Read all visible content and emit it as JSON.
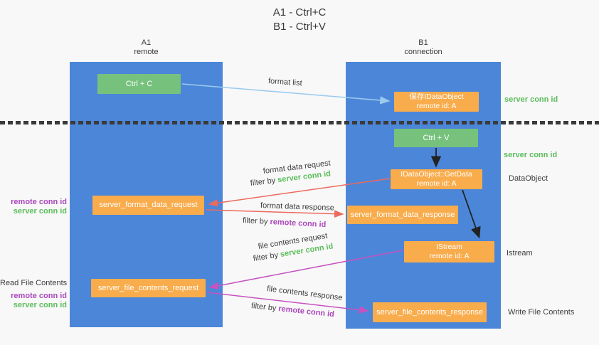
{
  "title": {
    "line1": "A1 - Ctrl+C",
    "line2": "B1 - Ctrl+V"
  },
  "columns": {
    "a": {
      "name": "A1",
      "subtitle": "remote"
    },
    "b": {
      "name": "B1",
      "subtitle": "connection"
    }
  },
  "nodes": {
    "ctrl_c": {
      "label": "Ctrl + C"
    },
    "save_idataobject": {
      "line1": "保存IDataObject",
      "line2": "remote id: A"
    },
    "ctrl_v": {
      "label": "Ctrl + V"
    },
    "getdata": {
      "line1": "IDataObject::GetData",
      "line2": "remote id: A"
    },
    "server_format_data_request": {
      "label": "server_format_data_request"
    },
    "server_format_data_response": {
      "label": "server_format_data_response"
    },
    "istream": {
      "line1": "IStream",
      "line2": "remote id: A"
    },
    "server_file_contents_request": {
      "label": "server_file_contents_request"
    },
    "server_file_contents_response": {
      "label": "server_file_contents_response"
    }
  },
  "annotations": {
    "server_conn_id_right_top": "server conn id",
    "server_conn_id_right_mid": "server conn id",
    "dataobject": "DataObject",
    "istream": "Istream",
    "write_file_contents": "Write File Contents",
    "read_file_contents": "Read File Contents",
    "left_group_1": {
      "remote": "remote conn id",
      "server": "server conn id"
    },
    "left_group_2": {
      "remote": "remote conn id",
      "server": "server conn id"
    }
  },
  "arrow_labels": {
    "format_list": "format list",
    "format_data_request": "format data request",
    "format_data_response": "format data response",
    "file_contents_request": "file contents request",
    "file_contents_response": "file contents response",
    "filter_by": "filter by",
    "server_conn_id": "server conn id",
    "remote_conn_id": "remote conn id"
  },
  "colors": {
    "background": "#f8f8f8",
    "column_blue": "#4C86D8",
    "node_green": "#76C27D",
    "node_orange": "#F9AC4C",
    "accent_green": "#5BBD5B",
    "accent_purple": "#AB47BC",
    "arrow_red": "#EC6A5E",
    "arrow_magenta": "#C653C1",
    "arrow_light_blue": "#9CCBEE",
    "arrow_black": "#222222",
    "dashed_line": "#3a3a3a"
  }
}
